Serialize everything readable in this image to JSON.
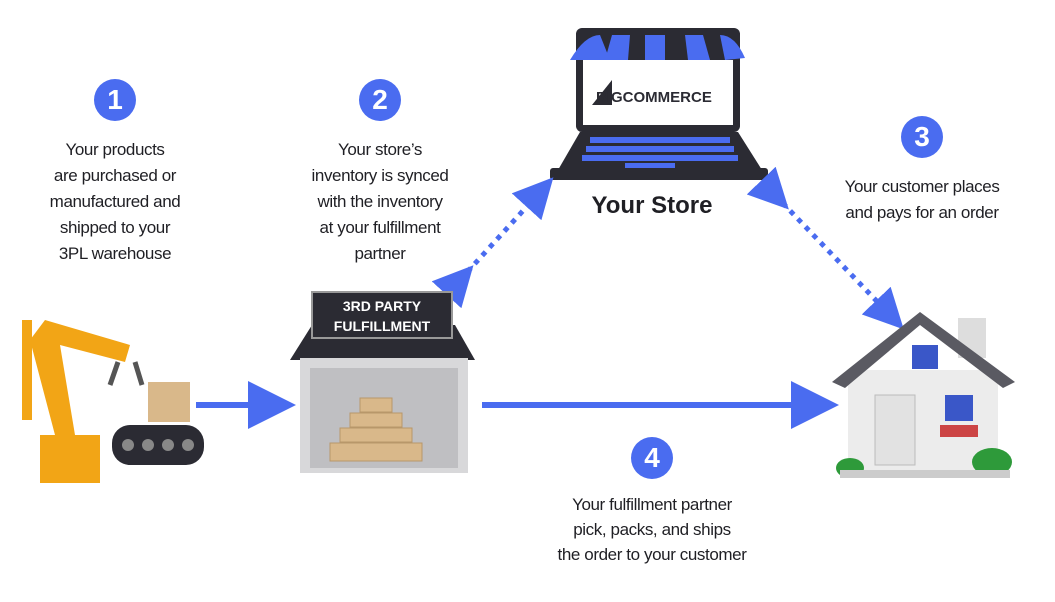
{
  "steps": [
    {
      "number": "1",
      "lines": [
        "Your products",
        "are purchased or",
        "manufactured and",
        "shipped to your",
        "3PL warehouse"
      ]
    },
    {
      "number": "2",
      "lines": [
        "Your store’s",
        "inventory is synced",
        "with the inventory",
        "at your fulfillment",
        "partner"
      ]
    },
    {
      "number": "3",
      "lines": [
        "Your customer places",
        "and pays for an order"
      ]
    },
    {
      "number": "4",
      "lines": [
        "Your fulfillment partner",
        "pick, packs, and ships",
        "the order to your customer"
      ]
    }
  ],
  "store": {
    "label": "Your Store",
    "logo_text": "BIGCOMMERCE"
  },
  "warehouse": {
    "sign_line1": "3RD PARTY",
    "sign_line2": "FULFILLMENT"
  },
  "colors": {
    "accent": "#4a6cf0",
    "dark": "#2b2b33"
  }
}
